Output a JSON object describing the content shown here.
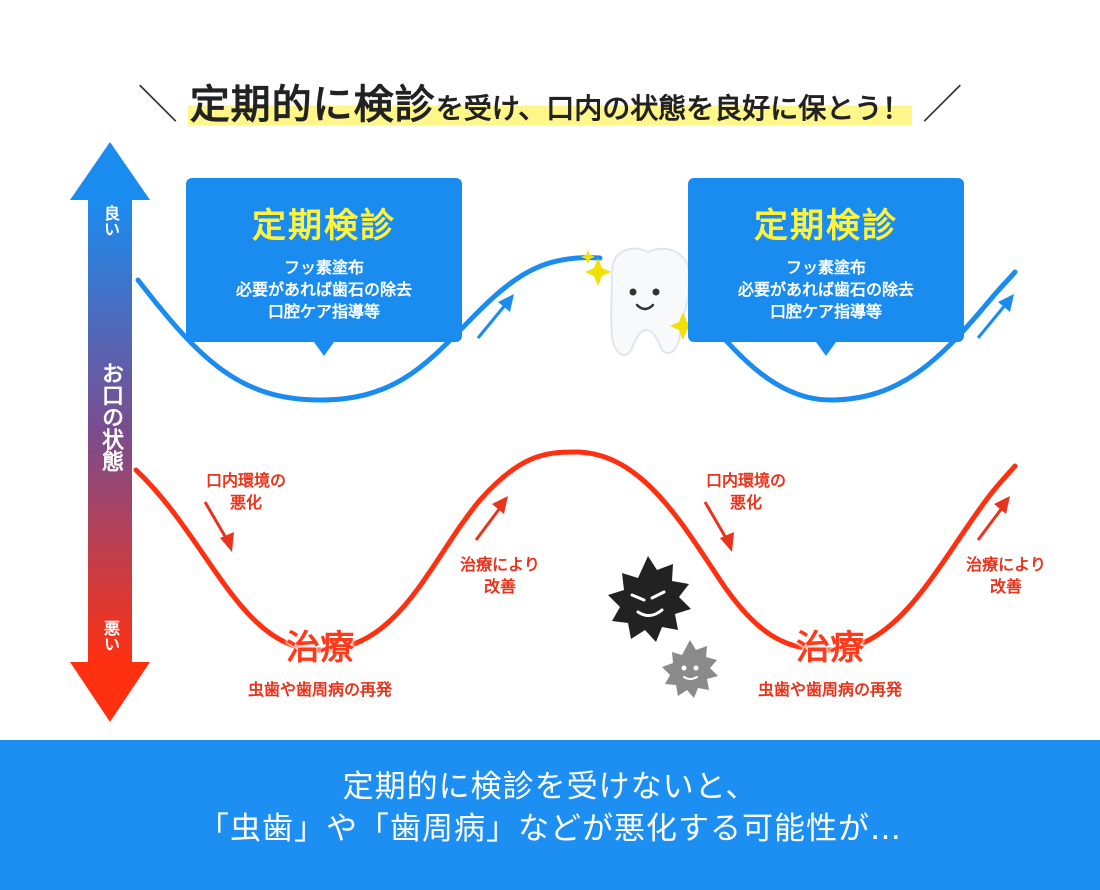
{
  "headline": {
    "part1": "定期的に検診",
    "part2": "を受け、口内の状態を良好に保とう！",
    "slash_left": "＼",
    "slash_right": "／"
  },
  "axis": {
    "label_top": "良い",
    "label_middle": "お口の状態",
    "label_bottom": "悪い",
    "gradient_top": "#1a8cf0",
    "gradient_bottom": "#ff3010"
  },
  "checkup_bubbles": [
    {
      "title": "定期検診",
      "lines": [
        "フッ素塗布",
        "必要があれば歯石の除去",
        "口腔ケア指導等"
      ]
    },
    {
      "title": "定期検診",
      "lines": [
        "フッ素塗布",
        "必要があれば歯石の除去",
        "口腔ケア指導等"
      ]
    }
  ],
  "red_curve_labels": {
    "worsen": [
      "口内環境の",
      "悪化"
    ],
    "improve": [
      "治療により",
      "改善"
    ]
  },
  "treatment": {
    "title": "治療",
    "subtitle": "虫歯や歯周病の再発"
  },
  "footer": {
    "line1": "定期的に検診を受けないと、",
    "line2": "「虫歯」や「歯周病」などが悪化する可能性が…"
  },
  "colors": {
    "blue_curve": "#1a8cf0",
    "red_curve": "#ff3010",
    "bubble": "#1a8cf0",
    "bubble_title": "#fff23c",
    "footer": "#1d8ff2",
    "highlight": "#fff68a"
  },
  "icons": [
    "tooth-mascot-icon",
    "germ-icon",
    "sparkle-icon"
  ]
}
